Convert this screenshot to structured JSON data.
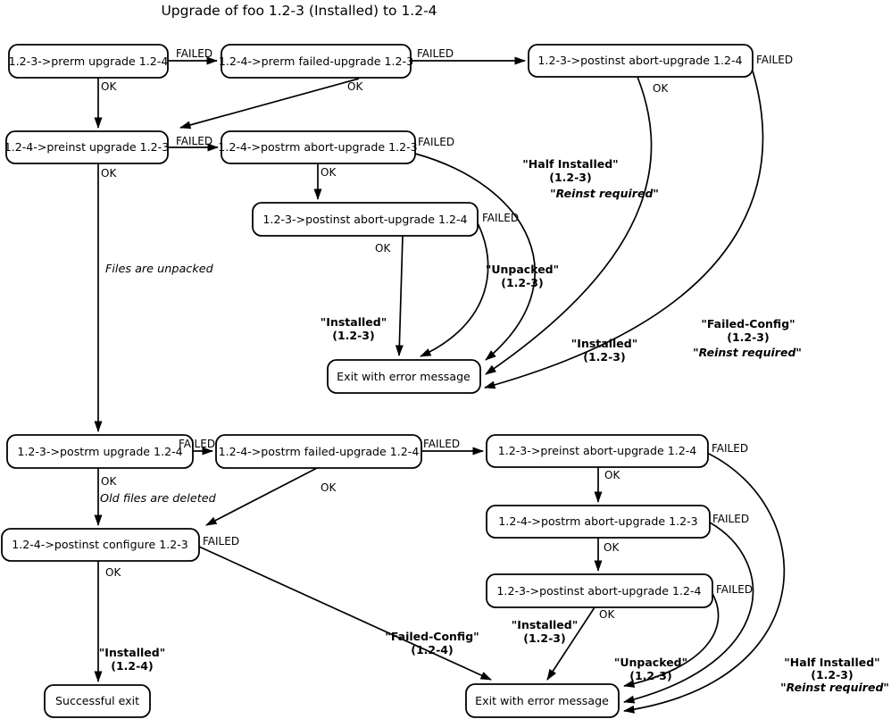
{
  "diagram": {
    "title": "Upgrade of foo 1.2-3 (Installed) to 1.2-4",
    "nodes": {
      "prerm_upgrade": "1.2-3->prerm upgrade 1.2-4",
      "prerm_failed_upgrade": "1.2-4->prerm failed-upgrade 1.2-3",
      "postinst_abort_top": "1.2-3->postinst abort-upgrade 1.2-4",
      "preinst_upgrade": "1.2-4->preinst upgrade 1.2-3",
      "postrm_abort_mid": "1.2-4->postrm abort-upgrade 1.2-3",
      "postinst_abort_mid": "1.2-3->postinst abort-upgrade 1.2-4",
      "exit_error_mid": "Exit with error message",
      "postrm_upgrade": "1.2-3->postrm upgrade 1.2-4",
      "postrm_failed_upgrade": "1.2-4->postrm failed-upgrade 1.2-4",
      "preinst_abort": "1.2-3->preinst abort-upgrade 1.2-4",
      "postrm_abort_bottom": "1.2-4->postrm abort-upgrade 1.2-3",
      "postinst_abort_bottom": "1.2-3->postinst abort-upgrade 1.2-4",
      "postinst_configure": "1.2-4->postinst configure 1.2-3",
      "successful_exit": "Successful exit",
      "exit_error_bottom": "Exit with error message"
    },
    "edge_labels": {
      "failed": "FAILED",
      "ok": "OK"
    },
    "annotations": {
      "files_unpacked": "Files are unpacked",
      "old_files_deleted": "Old files are deleted"
    },
    "state_labels": {
      "half_installed_top": [
        "\"Half Installed\"",
        "(1.2-3)",
        "\"Reinst required\""
      ],
      "unpacked_mid": [
        "\"Unpacked\"",
        "(1.2-3)"
      ],
      "installed_mid_left": [
        "\"Installed\"",
        "(1.2-3)"
      ],
      "installed_mid_right": [
        "\"Installed\"",
        "(1.2-3)"
      ],
      "failed_config_top": [
        "\"Failed-Config\"",
        "(1.2-3)",
        "\"Reinst required\""
      ],
      "installed_new": [
        "\"Installed\"",
        "(1.2-4)"
      ],
      "failed_config_bottom": [
        "\"Failed-Config\"",
        "(1.2-4)"
      ],
      "installed_bottom": [
        "\"Installed\"",
        "(1.2-3)"
      ],
      "unpacked_bottom": [
        "\"Unpacked\"",
        "(1.2-3)"
      ],
      "half_installed_bottom": [
        "\"Half Installed\"",
        "(1.2-3)",
        "\"Reinst required\""
      ]
    }
  }
}
